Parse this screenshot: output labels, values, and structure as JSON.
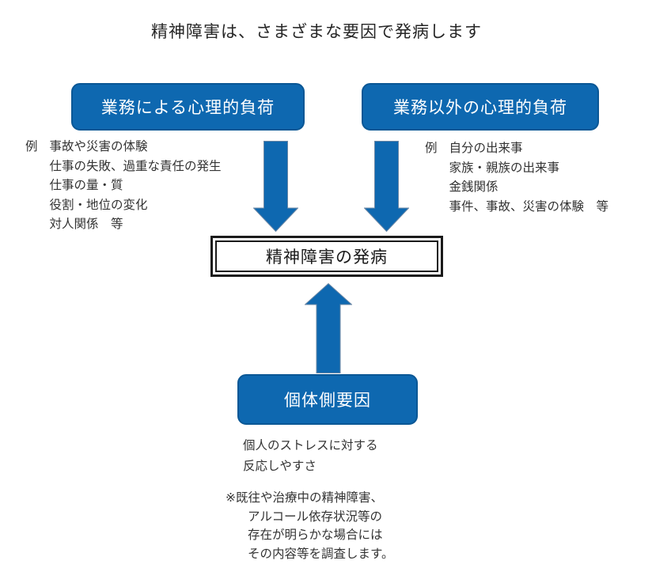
{
  "title": "精神障害は、さまざまな要因で発病します",
  "colors": {
    "box_fill": "#0e68b0",
    "box_border": "#0a5795",
    "arrow_fill": "#0e68b0",
    "arrow_edge": "#6b87a5",
    "frame_border": "#1a1a1a",
    "text": "#333333",
    "title_text": "#262626",
    "box_text": "#ffffff"
  },
  "nodes": {
    "work_load": "業務による心理的負荷",
    "nonwork_load": "業務以外の心理的負荷",
    "onset": "精神障害の発病",
    "individual": "個体側要因"
  },
  "work_examples": {
    "prefix": "例",
    "items": [
      "事故や災害の体験",
      "仕事の失敗、過重な責任の発生",
      "仕事の量・質",
      "役割・地位の変化",
      "対人関係　等"
    ]
  },
  "nonwork_examples": {
    "prefix": "例",
    "items": [
      "自分の出来事",
      "家族・親族の出来事",
      "金銭関係",
      "事件、事故、災害の体験　等"
    ]
  },
  "individual_caption": [
    "個人のストレスに対する",
    "反応しやすさ"
  ],
  "note": [
    "※既往や治療中の精神障害、",
    "アルコール依存状況等の",
    "存在が明らかな場合には",
    "その内容等を調査します。"
  ]
}
